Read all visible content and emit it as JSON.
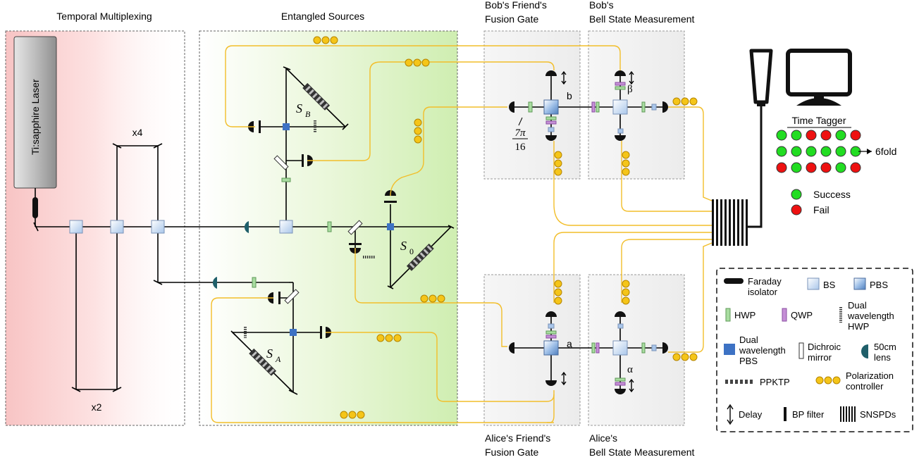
{
  "regions": {
    "temporal": "Temporal Multiplexing",
    "entangled": "Entangled Sources",
    "bob_fusion_line1": "Bob's Friend's",
    "bob_fusion_line2": "Fusion Gate",
    "bob_bsm_line1": "Bob's",
    "bob_bsm_line2": "Bell State Measurement",
    "alice_fusion_line1": "Alice's Friend's",
    "alice_fusion_line2": "Fusion Gate",
    "alice_bsm_line1": "Alice's",
    "alice_bsm_line2": "Bell State Measurement"
  },
  "laser": {
    "label": "Ti:sapphire Laser"
  },
  "multiplex": {
    "x4": "x4",
    "x2": "x2"
  },
  "sources": {
    "sB": "S",
    "sB_sub": "B",
    "s0": "S",
    "s0_sub": "0",
    "sA": "S",
    "sA_sub": "A"
  },
  "ports": {
    "b": "b",
    "a": "a",
    "beta": "β",
    "alpha": "α"
  },
  "waveplate_angle": {
    "num": "7π",
    "den": "16"
  },
  "tagger": {
    "title": "Time Tagger",
    "sixfold": "6fold",
    "success": "Success",
    "fail": "Fail",
    "rows": [
      [
        "green",
        "green",
        "red",
        "red",
        "green",
        "red"
      ],
      [
        "green",
        "green",
        "green",
        "green",
        "green",
        "green"
      ],
      [
        "red",
        "green",
        "red",
        "red",
        "green",
        "red"
      ]
    ],
    "colors": {
      "green": "#22dd22",
      "red": "#ee1111"
    }
  },
  "legend": {
    "faraday_1": "Faraday",
    "faraday_2": "isolator",
    "bs": "BS",
    "pbs": "PBS",
    "hwp": "HWP",
    "qwp": "QWP",
    "dual_hwp_1": "Dual",
    "dual_hwp_2": "wavelength",
    "dual_hwp_3": "HWP",
    "dual_pbs_1": "Dual",
    "dual_pbs_2": "wavelength",
    "dual_pbs_3": "PBS",
    "dichroic_1": "Dichroic",
    "dichroic_2": "mirror",
    "lens_1": "50cm",
    "lens_2": "lens",
    "ppktp": "PPKTP",
    "polctrl_1": "Polarization",
    "polctrl_2": "controller",
    "delay": "Delay",
    "bp": "BP filter",
    "snspd": "SNSPDs"
  }
}
